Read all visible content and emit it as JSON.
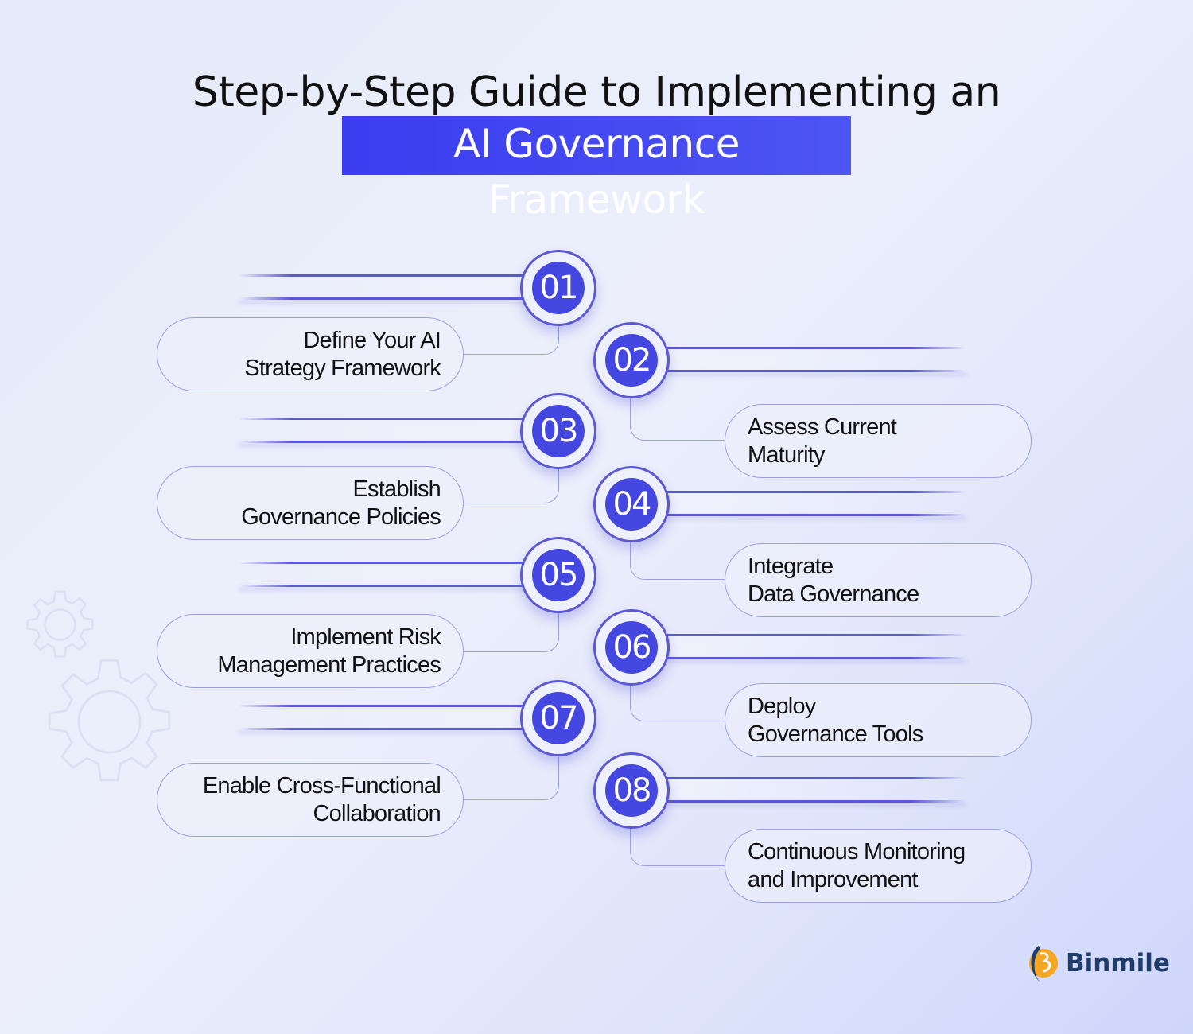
{
  "header": {
    "title_line1": "Step-by-Step Guide to Implementing an",
    "title_line2": "AI Governance Framework"
  },
  "steps": [
    {
      "number": "01",
      "line1": "Define Your AI",
      "line2": "Strategy Framework",
      "side": "left"
    },
    {
      "number": "02",
      "line1": "Assess Current",
      "line2": "Maturity",
      "side": "right"
    },
    {
      "number": "03",
      "line1": "Establish",
      "line2": "Governance Policies",
      "side": "left"
    },
    {
      "number": "04",
      "line1": "Integrate",
      "line2": "Data Governance",
      "side": "right"
    },
    {
      "number": "05",
      "line1": "Implement Risk",
      "line2": "Management Practices",
      "side": "left"
    },
    {
      "number": "06",
      "line1": "Deploy",
      "line2": "Governance Tools",
      "side": "right"
    },
    {
      "number": "07",
      "line1": "Enable Cross-Functional",
      "line2": "Collaboration",
      "side": "left"
    },
    {
      "number": "08",
      "line1": "Continuous Monitoring",
      "line2": "and Improvement",
      "side": "right"
    }
  ],
  "brand": {
    "name": "Binmile"
  },
  "colors": {
    "accent": "#4548e0",
    "title_highlight": "#3b3cf0",
    "outline": "#5b58d6",
    "brand_text": "#1f3c6b",
    "logo_orange": "#f5a623"
  }
}
